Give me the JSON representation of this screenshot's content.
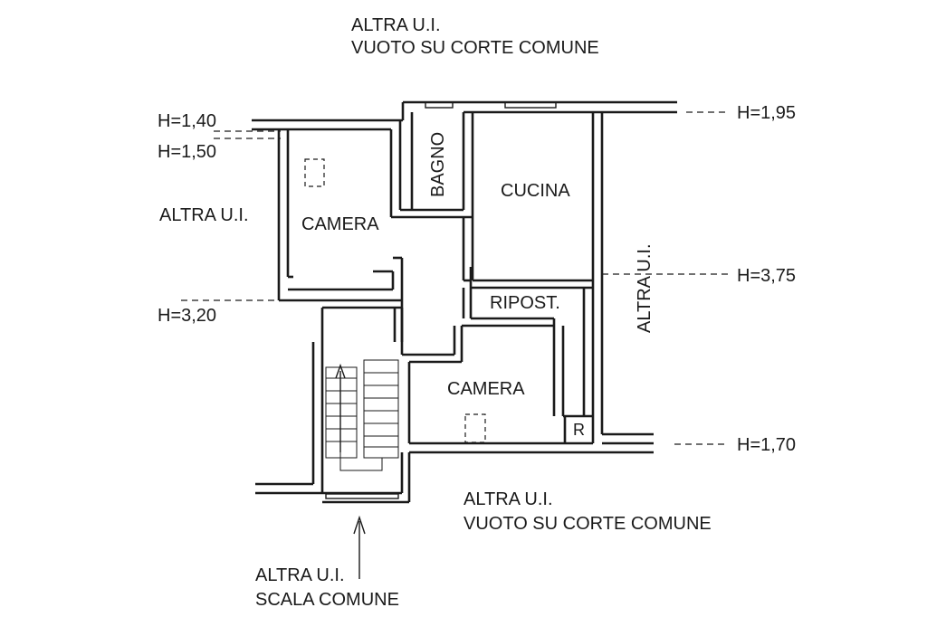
{
  "labels": {
    "top_neighbor_1": "ALTRA U.I.",
    "top_neighbor_2": "VUOTO SU CORTE COMUNE",
    "left_neighbor": "ALTRA U.I.",
    "right_neighbor": "ALTRA U.I.",
    "bottom_neighbor_1": "ALTRA U.I.",
    "bottom_neighbor_2": "VUOTO SU CORTE COMUNE",
    "stair_neighbor_1": "ALTRA U.I.",
    "stair_neighbor_2": "SCALA COMUNE"
  },
  "rooms": {
    "bagno": "BAGNO",
    "cucina": "CUCINA",
    "camera_1": "CAMERA",
    "camera_2": "CAMERA",
    "ripost": "RIPOST.",
    "r": "R"
  },
  "heights": {
    "h_140": "H=1,40",
    "h_150": "H=1,50",
    "h_195": "H=1,95",
    "h_375": "H=3,75",
    "h_320": "H=3,20",
    "h_170": "H=1,70"
  }
}
